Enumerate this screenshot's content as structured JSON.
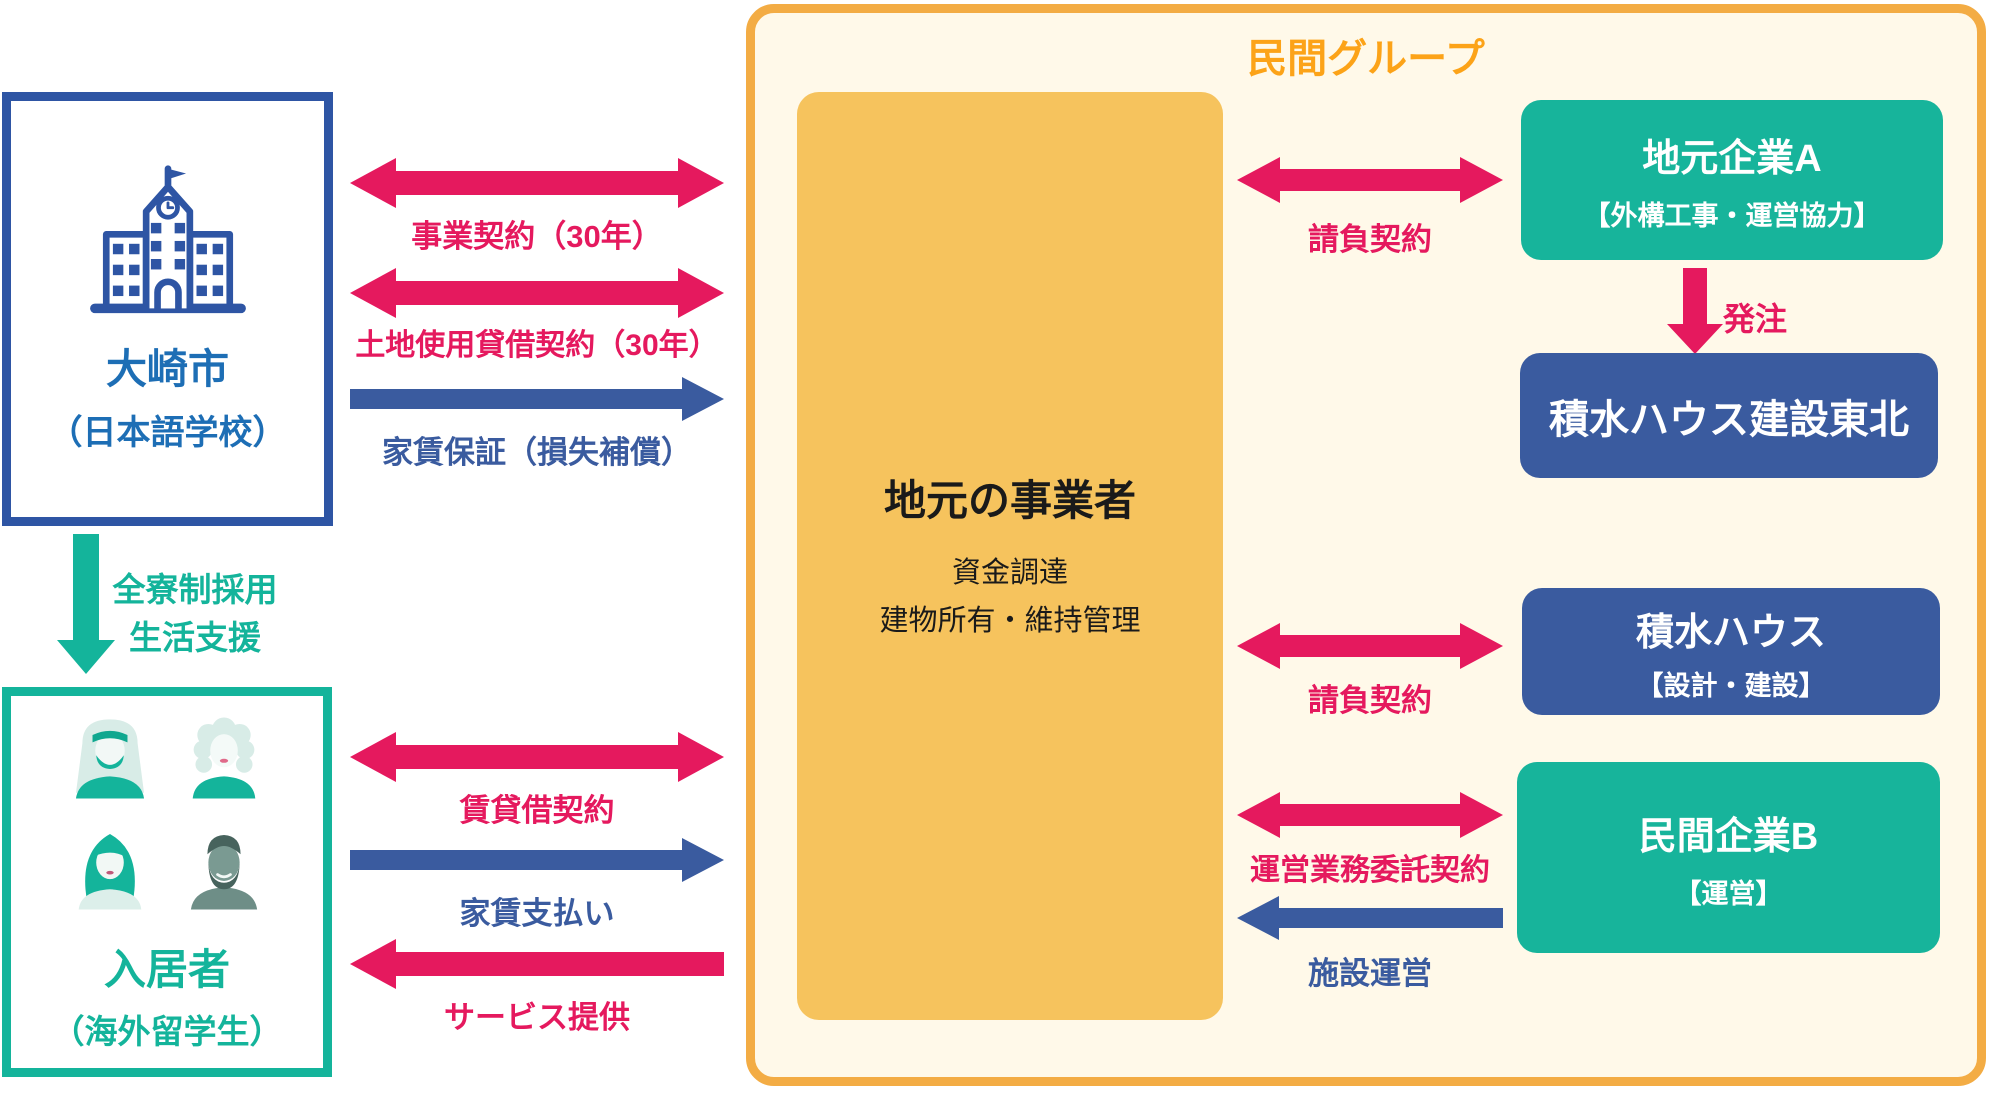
{
  "colors": {
    "pink": "#E5195E",
    "blue": "#3A5B9F",
    "teal": "#14B49B",
    "yellow_box": "#F6C35D",
    "panel_background": "#FFF9E9",
    "panel_border": "#F3AC44",
    "group_title_orange": "#FCA318",
    "city_box_border": "#2E55A4",
    "city_text": "#1D6EB5",
    "dark_text": "#1A1A1A"
  },
  "left_column": {
    "city_box": {
      "icon": "school-building-icon",
      "title": "大崎市",
      "subtitle": "（日本語学校）"
    },
    "support_arrow": {
      "line1": "全寮制採用",
      "line2": "生活支援"
    },
    "resident_box": {
      "icons": [
        "man-keffiyeh-avatar",
        "woman-curly-hair-avatar",
        "woman-teal-hair-avatar",
        "man-dark-avatar"
      ],
      "title": "入居者",
      "subtitle": "（海外留学生）"
    }
  },
  "city_group_arrows": {
    "business_contract": "事業契約（30年）",
    "land_lease": "土地使用貸借契約（30年）",
    "rent_guarantee": "家賃保証（損失補償）"
  },
  "resident_group_arrows": {
    "lease_contract": "賃貸借契約",
    "rent_payment": "家賃支払い",
    "service_provision": "サービス提供"
  },
  "private_group": {
    "title": "民間グループ",
    "operator_box": {
      "title": "地元の事業者",
      "lines": [
        "資金調達",
        "建物所有・維持管理"
      ]
    },
    "company_a": {
      "title": "地元企業A",
      "subtitle": "【外構工事・運営協力】"
    },
    "contract_a": "請負契約",
    "order": "発注",
    "sekisui_tohoku": {
      "title": "積水ハウス建設東北"
    },
    "sekisui": {
      "title": "積水ハウス",
      "subtitle": "【設計・建設】"
    },
    "contract_sekisui": "請負契約",
    "company_b": {
      "title": "民間企業B",
      "subtitle": "【運営】"
    },
    "operation_contract": "運営業務委託契約",
    "facility_operation": "施設運営"
  }
}
